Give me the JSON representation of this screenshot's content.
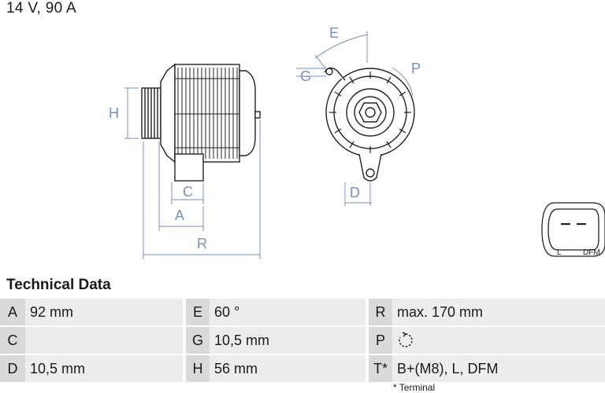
{
  "header": {
    "title": "14 V, 90 A"
  },
  "drawing": {
    "dimension_letters": [
      "H",
      "C",
      "A",
      "R",
      "E",
      "G",
      "P",
      "D"
    ],
    "connector_pins": [
      "L",
      "DFM"
    ]
  },
  "technical_data": {
    "heading": "Technical Data",
    "rows": [
      [
        {
          "key": "A",
          "value": "92 mm"
        },
        {
          "key": "E",
          "value": "60 °"
        },
        {
          "key": "R",
          "value": "max. 170 mm"
        }
      ],
      [
        {
          "key": "C",
          "value": ""
        },
        {
          "key": "G",
          "value": "10,5 mm"
        },
        {
          "key": "P",
          "value": "rotation-clockwise-icon"
        }
      ],
      [
        {
          "key": "D",
          "value": "10,5 mm"
        },
        {
          "key": "H",
          "value": "56 mm"
        },
        {
          "key": "T*",
          "value": "B+(M8), L, DFM"
        }
      ]
    ],
    "footnote": "* Terminal"
  }
}
